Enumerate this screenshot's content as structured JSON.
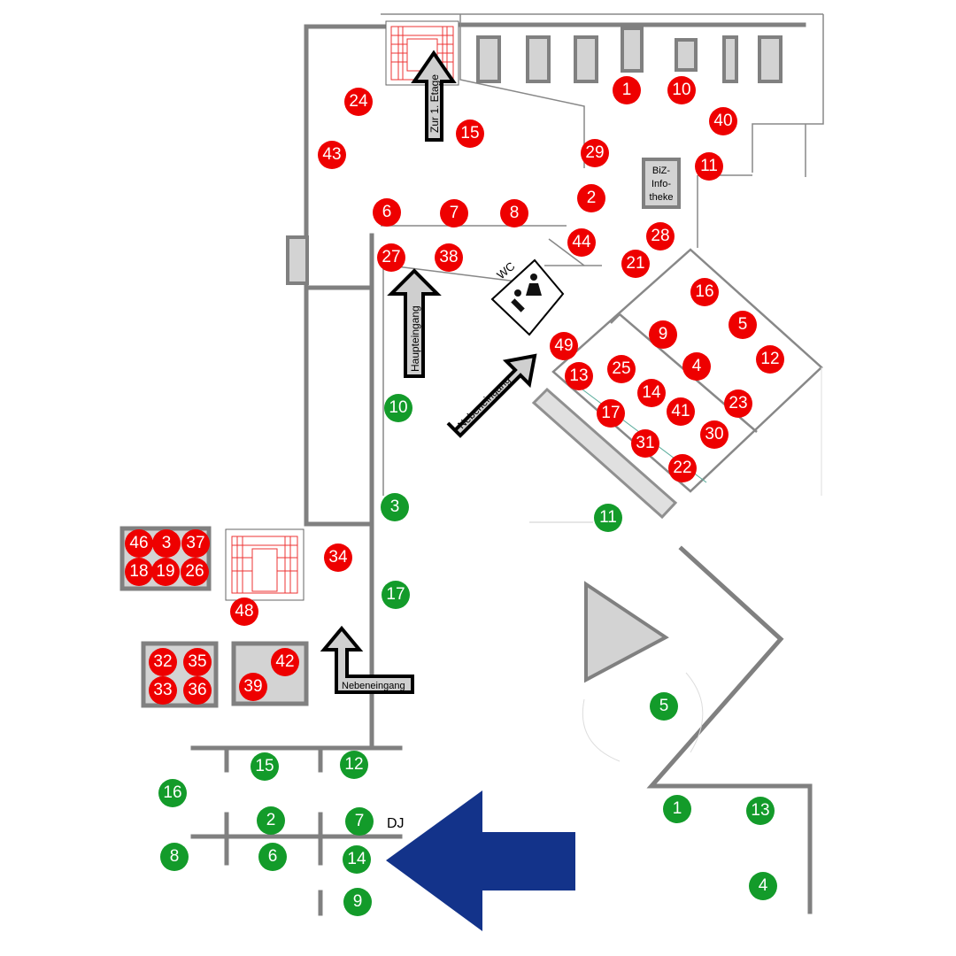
{
  "colors": {
    "red_marker": "#ee0000",
    "green_marker": "#139b2a",
    "wall": "#808080",
    "blue_arrow": "#13338a"
  },
  "labels": {
    "stairs_up": "Zur 1. Etage",
    "main_entrance": "Haupteingang",
    "side_entrance_diag": "Nebeneingang",
    "side_entrance": "Nebeneingang",
    "wc": "WC",
    "biz_line1": "BiZ-",
    "biz_line2": "Info-",
    "biz_line3": "theke",
    "dj": "DJ"
  },
  "icons": [
    "wc-person-icon",
    "stairs-icon",
    "entrance-arrow-icon",
    "direction-arrow-icon"
  ],
  "markers": [
    {
      "n": "1",
      "c": "red"
    },
    {
      "n": "10",
      "c": "red"
    },
    {
      "n": "40",
      "c": "red"
    },
    {
      "n": "24",
      "c": "red"
    },
    {
      "n": "15",
      "c": "red"
    },
    {
      "n": "43",
      "c": "red"
    },
    {
      "n": "29",
      "c": "red"
    },
    {
      "n": "11",
      "c": "red"
    },
    {
      "n": "2",
      "c": "red"
    },
    {
      "n": "6",
      "c": "red"
    },
    {
      "n": "7",
      "c": "red"
    },
    {
      "n": "8",
      "c": "red"
    },
    {
      "n": "44",
      "c": "red"
    },
    {
      "n": "28",
      "c": "red"
    },
    {
      "n": "27",
      "c": "red"
    },
    {
      "n": "38",
      "c": "red"
    },
    {
      "n": "21",
      "c": "red"
    },
    {
      "n": "16",
      "c": "red"
    },
    {
      "n": "5",
      "c": "red"
    },
    {
      "n": "9",
      "c": "red"
    },
    {
      "n": "49",
      "c": "red"
    },
    {
      "n": "12",
      "c": "red"
    },
    {
      "n": "4",
      "c": "red"
    },
    {
      "n": "25",
      "c": "red"
    },
    {
      "n": "13",
      "c": "red"
    },
    {
      "n": "14",
      "c": "red"
    },
    {
      "n": "23",
      "c": "red"
    },
    {
      "n": "41",
      "c": "red"
    },
    {
      "n": "17",
      "c": "red"
    },
    {
      "n": "30",
      "c": "red"
    },
    {
      "n": "31",
      "c": "red"
    },
    {
      "n": "22",
      "c": "red"
    },
    {
      "n": "46",
      "c": "red"
    },
    {
      "n": "3",
      "c": "red"
    },
    {
      "n": "37",
      "c": "red"
    },
    {
      "n": "18",
      "c": "red"
    },
    {
      "n": "19",
      "c": "red"
    },
    {
      "n": "26",
      "c": "red"
    },
    {
      "n": "34",
      "c": "red"
    },
    {
      "n": "48",
      "c": "red"
    },
    {
      "n": "32",
      "c": "red"
    },
    {
      "n": "35",
      "c": "red"
    },
    {
      "n": "42",
      "c": "red"
    },
    {
      "n": "33",
      "c": "red"
    },
    {
      "n": "36",
      "c": "red"
    },
    {
      "n": "39",
      "c": "red"
    },
    {
      "n": "10",
      "c": "green"
    },
    {
      "n": "3",
      "c": "green"
    },
    {
      "n": "11",
      "c": "green"
    },
    {
      "n": "17",
      "c": "green"
    },
    {
      "n": "5",
      "c": "green"
    },
    {
      "n": "15",
      "c": "green"
    },
    {
      "n": "12",
      "c": "green"
    },
    {
      "n": "16",
      "c": "green"
    },
    {
      "n": "2",
      "c": "green"
    },
    {
      "n": "7",
      "c": "green"
    },
    {
      "n": "1",
      "c": "green"
    },
    {
      "n": "13",
      "c": "green"
    },
    {
      "n": "8",
      "c": "green"
    },
    {
      "n": "6",
      "c": "green"
    },
    {
      "n": "14",
      "c": "green"
    },
    {
      "n": "4",
      "c": "green"
    },
    {
      "n": "9",
      "c": "green"
    }
  ]
}
